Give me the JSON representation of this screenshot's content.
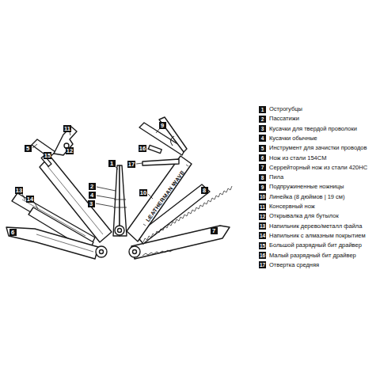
{
  "diagram": {
    "labels": [
      "1",
      "2",
      "3",
      "4",
      "5",
      "6",
      "7",
      "8",
      "9",
      "10",
      "11",
      "12",
      "13",
      "14",
      "15",
      "16",
      "17",
      "LEATHERMAN WAVE",
      "1",
      "2",
      "3",
      "4",
      "5",
      "6",
      "7",
      "8",
      "9",
      "10",
      "11",
      "12",
      "13",
      "14",
      "15",
      "16",
      "17"
    ],
    "legend": [
      {
        "text": "Острогубцы"
      },
      {
        "text": "Пассатижи"
      },
      {
        "text": "Кусачки для твердой проволоки"
      },
      {
        "text": "Кусачки обычные"
      },
      {
        "text": "Инструмент для зачистки проводов"
      },
      {
        "text": "Нож из стали 154CM"
      },
      {
        "text": "Серрейторный нож из стали 420HC"
      },
      {
        "text": "Пила"
      },
      {
        "text": "Подпружиненные ножницы"
      },
      {
        "text": "Линейка (8 дюймов | 19 см)"
      },
      {
        "text": "Консервный нож"
      },
      {
        "text": "Открывалка для бутылок"
      },
      {
        "text": "Напильник дерево/металл файла"
      },
      {
        "text": "Напильник с алмазным покрытием"
      },
      {
        "text": "Большой разрядный бит драйвер"
      },
      {
        "text": "Малый разрядный бит драйвер"
      },
      {
        "text": "Отвертка средняя"
      }
    ]
  }
}
